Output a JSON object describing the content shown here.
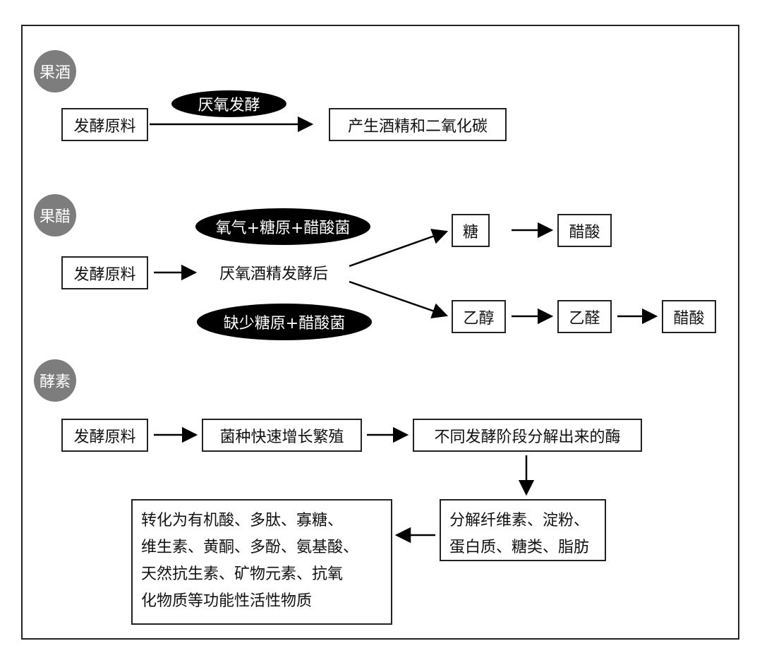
{
  "sections": {
    "wine": {
      "badge": "果酒",
      "ellipse": "厌氧发酵",
      "source": "发酵原料",
      "result": "产生酒精和二氧化碳"
    },
    "vinegar": {
      "badge": "果醋",
      "source": "发酵原料",
      "middle": "厌氧酒精发酵后",
      "upper_condition": "氧气+糖原+醋酸菌",
      "lower_condition": "缺少糖原+醋酸菌",
      "upper_path": [
        "糖",
        "醋酸"
      ],
      "lower_path": [
        "乙醇",
        "乙醛",
        "醋酸"
      ]
    },
    "enzyme": {
      "badge": "酵素",
      "source": "发酵原料",
      "step2": "菌种快速增长繁殖",
      "step3": "不同发酵阶段分解出来的酶",
      "decompose_lines": [
        "分解纤维素、淀粉、",
        "蛋白质、糖类、脂肪"
      ],
      "convert_lines": [
        "转化为有机酸、多肽、寡糖、",
        "维生素、黄酮、多酚、氨基酸、",
        "天然抗生素、矿物元素、抗氧",
        "化物质等功能性活性物质"
      ]
    }
  }
}
